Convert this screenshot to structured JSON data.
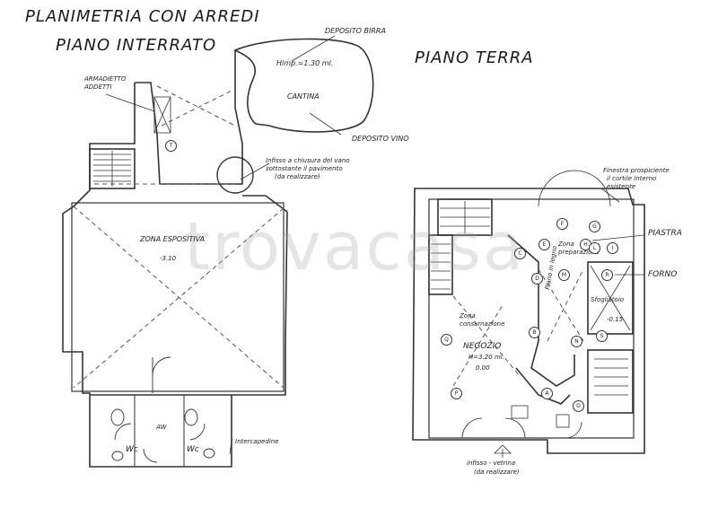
{
  "titles": {
    "main": "PLANIMETRIA CON ARREDI",
    "basement": "PIANO INTERRATO",
    "ground": "PIANO TERRA"
  },
  "basement": {
    "deposito_birra": "DEPOSITO BIRRA",
    "height": "Himp.=1.30 ml.",
    "cantina": "CANTINA",
    "deposito_vino": "DEPOSITO VINO",
    "armadietto": "ARMADIETTO\nADDETTI",
    "infisso_line1": "Infisso a chiusura del vano",
    "infisso_line2": "sottostante il pavimento",
    "infisso_line3": "(da realizzare)",
    "zona": "ZONA ESPOSITIVA",
    "level": "-3.10",
    "wc_left": "Wc",
    "wc_right": "Wc",
    "aw": "AW",
    "intercapedine": "Intercapedine",
    "t_mark": "T"
  },
  "ground": {
    "finestra_line1": "Finestra prospiciente",
    "finestra_line2": "il cortile interno",
    "finestra_line3": "esistente",
    "piastra": "PIASTRA",
    "forno": "FORNO",
    "zona_prep": "Zona\npreparazione",
    "zona_cons": "Zona\nconsumazione",
    "negozio": "NEGOZIO",
    "height": "H=3.20 ml.",
    "level0": "0.00",
    "level_neg": "-0.15",
    "sfogliatoio": "Sfogliatoio",
    "bancone": "Piano in legno",
    "infisso_line1": "infisso - vetrina",
    "infisso_line2": "(da realizzare)"
  },
  "markers": [
    "A",
    "B",
    "C",
    "D",
    "E",
    "F",
    "G",
    "H",
    "I",
    "L",
    "M",
    "N",
    "O",
    "P",
    "Q",
    "R",
    "S"
  ],
  "watermark": "trovacasa"
}
